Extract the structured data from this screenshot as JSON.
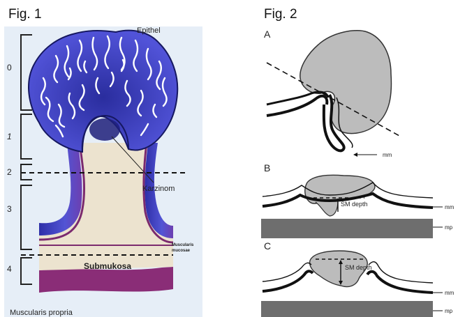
{
  "figure1": {
    "title": "Fig. 1",
    "labels": {
      "epithel": "Epithel",
      "karzinom": "Karzinom",
      "muscularis_mucosae_1": "Muscularis",
      "muscularis_mucosae_2": "mucosae",
      "submukosa": "Submukosa",
      "muscularis_propria": "Muscularis propria"
    },
    "levels": [
      "0",
      "1",
      "2",
      "3",
      "4"
    ],
    "colors": {
      "background": "#e6eef7",
      "mucosa": "#3c3fc9",
      "mucosa_dark": "#161860",
      "stroma": "#ece3cf",
      "muscularis_propria": "#8a2d77"
    }
  },
  "figure2": {
    "title": "Fig. 2",
    "panels": [
      {
        "letter": "A",
        "labels": [
          "mm"
        ]
      },
      {
        "letter": "B",
        "labels": [
          "SM depth",
          "mm",
          "mp"
        ]
      },
      {
        "letter": "C",
        "labels": [
          "SM depth",
          "mm",
          "mp"
        ]
      }
    ],
    "colors": {
      "tumor": "#bcbcbc",
      "muscle": "#6e6e6e"
    }
  }
}
